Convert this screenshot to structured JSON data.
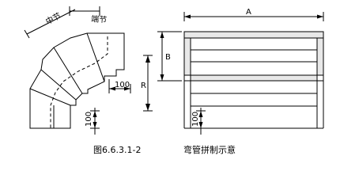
{
  "labels": {
    "middle_section": "中节",
    "end_section": "端节",
    "dim_100_top": "100",
    "dim_100_left": "100",
    "dim_100_right": "100",
    "dim_A": "A",
    "dim_B": "B",
    "dim_R": "R"
  },
  "caption": {
    "figure_number": "图6.6.3.1-2",
    "title": "弯管拼制示意"
  }
}
